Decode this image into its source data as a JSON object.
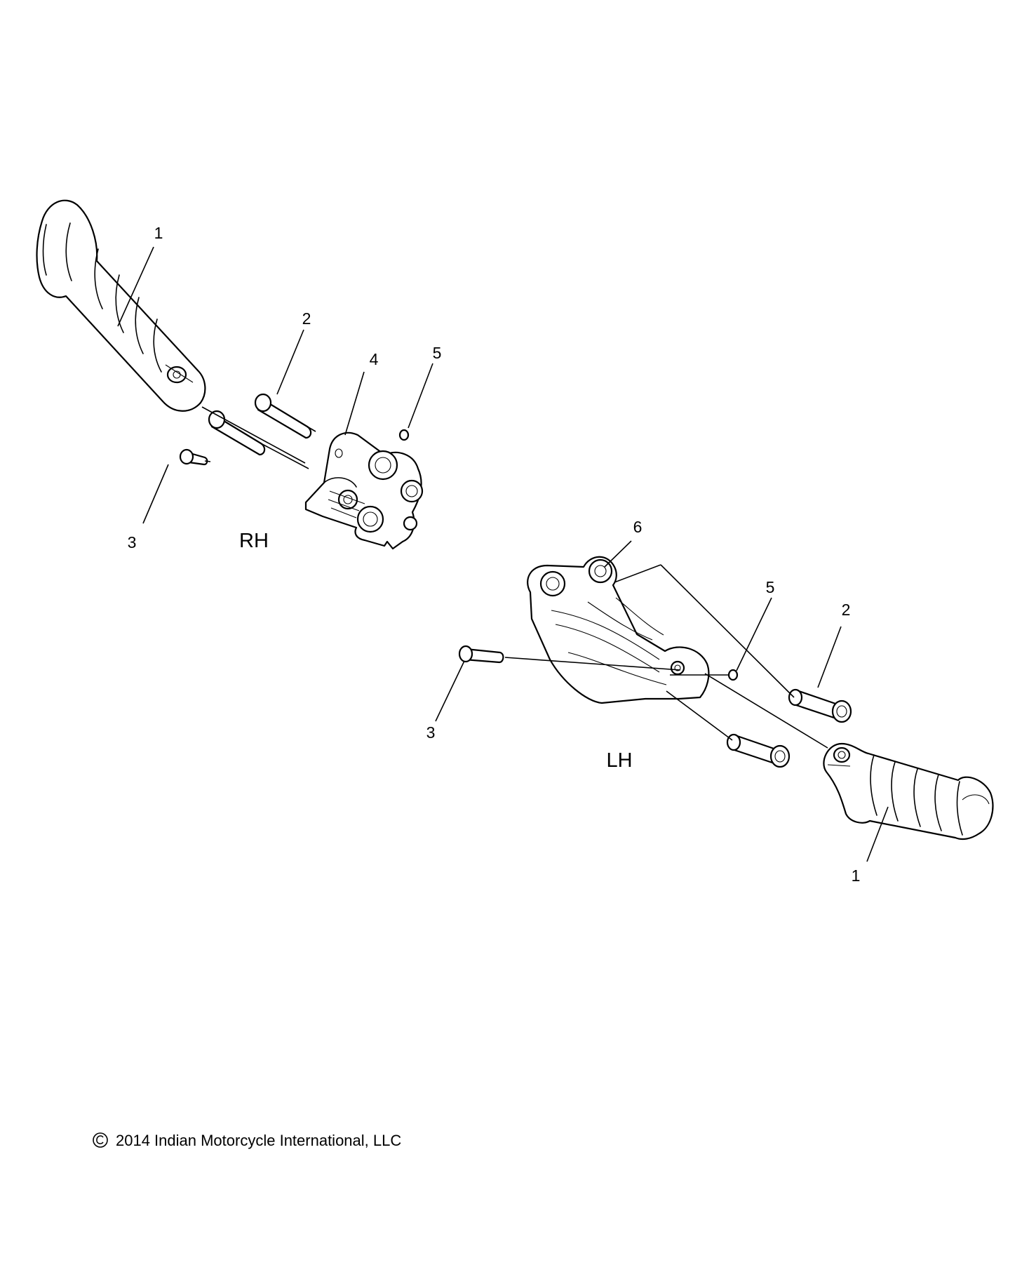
{
  "labels": {
    "rh": "RH",
    "lh": "LH"
  },
  "callouts": {
    "rh_1": "1",
    "rh_2": "2",
    "rh_3": "3",
    "rh_4": "4",
    "rh_5": "5",
    "lh_6": "6",
    "lh_5": "5",
    "lh_2": "2",
    "lh_3": "3",
    "lh_1": "1"
  },
  "copyright": {
    "symbol": "©",
    "text": "2014 Indian Motorcycle International, LLC"
  }
}
